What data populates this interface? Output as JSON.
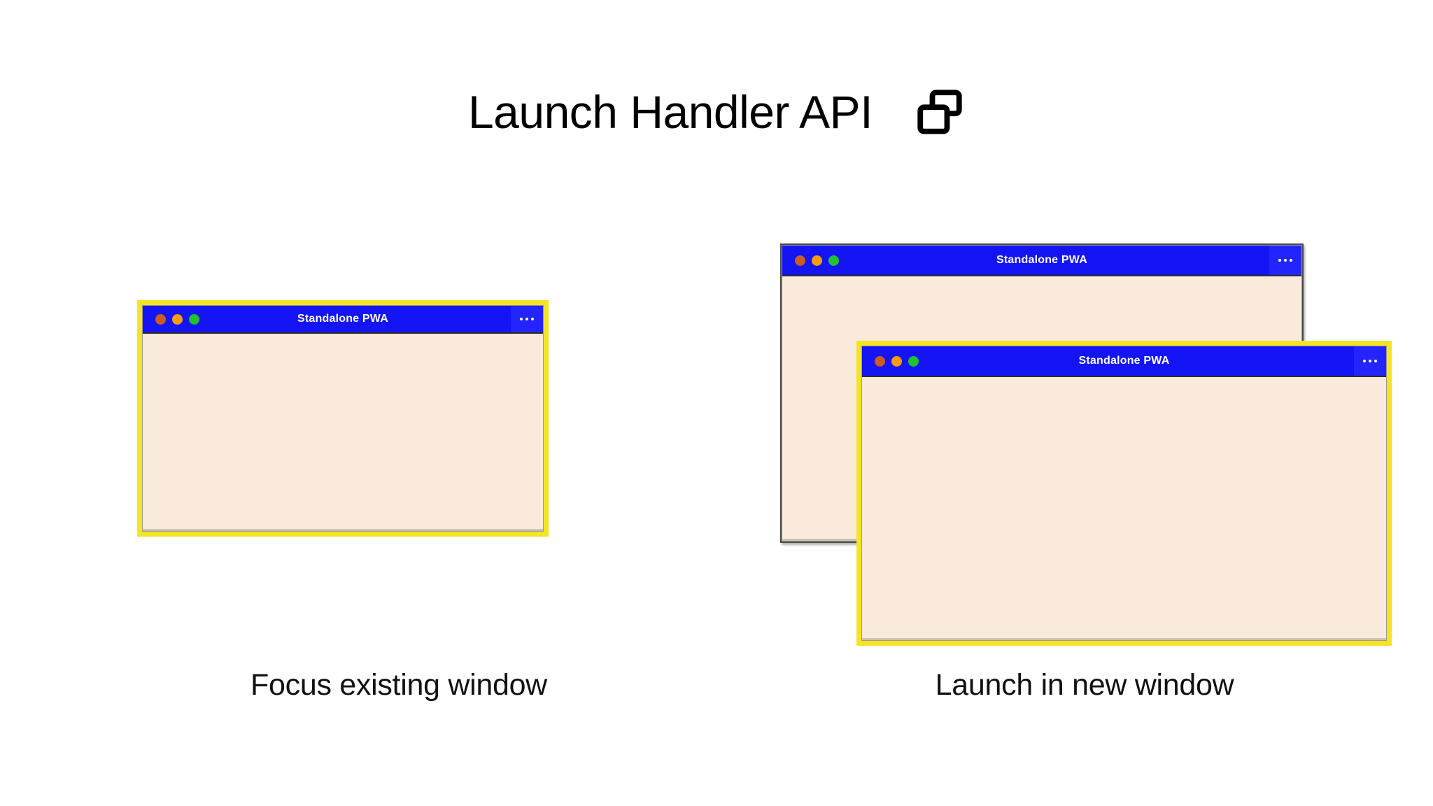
{
  "header": {
    "title": "Launch Handler API",
    "icon": "multi-window-icon"
  },
  "colors": {
    "titlebar_blue": "#1414f5",
    "menu_blue": "#2424ff",
    "window_body": "#faeadb",
    "highlight_border": "#f5e425",
    "plain_border": "#4a4a4a",
    "dot_close": "#cc5c22",
    "dot_minimize": "#f59c11",
    "dot_maximize": "#22c22e",
    "background": "#ffffff",
    "text": "#000000"
  },
  "panels": [
    {
      "id": "focus-existing-window",
      "caption": "Focus existing window",
      "windows": [
        {
          "id": "focused-window",
          "title": "Standalone PWA",
          "highlighted": true,
          "menu_label": "...",
          "traffic_lights": [
            "close",
            "minimize",
            "maximize"
          ]
        }
      ]
    },
    {
      "id": "launch-in-new-window",
      "caption": "Launch in new window",
      "windows": [
        {
          "id": "background-window",
          "title": "Standalone PWA",
          "highlighted": false,
          "menu_label": "...",
          "traffic_lights": [
            "close",
            "minimize",
            "maximize"
          ]
        },
        {
          "id": "new-window",
          "title": "Standalone PWA",
          "highlighted": true,
          "menu_label": "...",
          "traffic_lights": [
            "close",
            "minimize",
            "maximize"
          ]
        }
      ]
    }
  ]
}
